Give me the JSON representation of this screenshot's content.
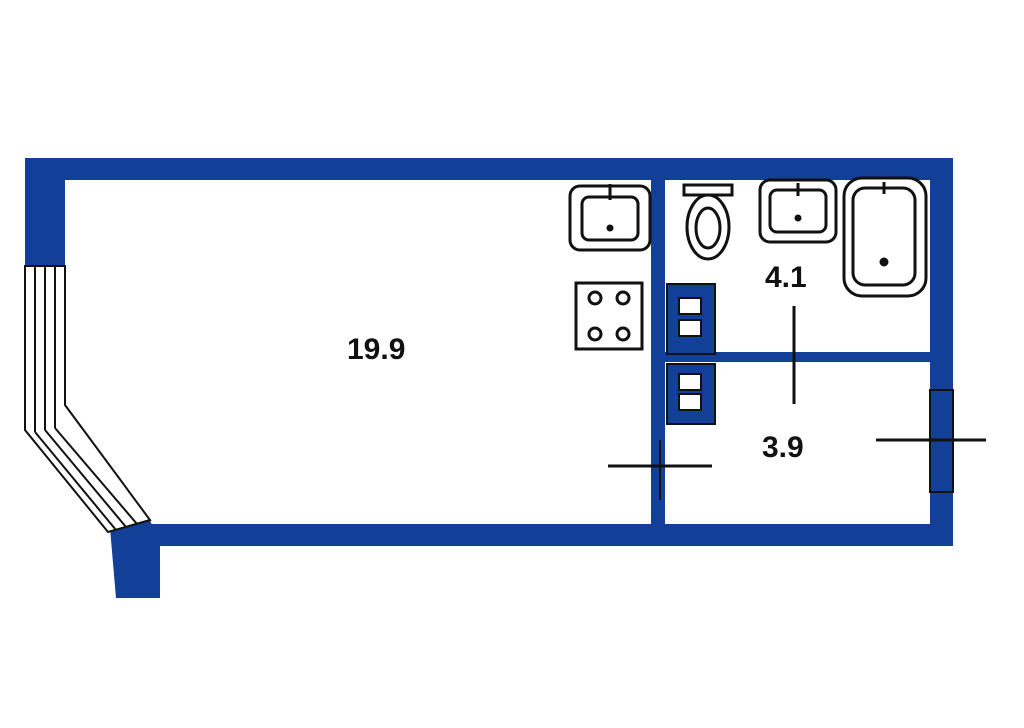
{
  "floor_plan": {
    "colors": {
      "wall": "#123f97",
      "line": "#111111",
      "background": "#ffffff"
    },
    "rooms": [
      {
        "id": "main-room",
        "area_label": "19.9"
      },
      {
        "id": "bathroom",
        "area_label": "4.1"
      },
      {
        "id": "hallway",
        "area_label": "3.9"
      }
    ],
    "fixtures": [
      "kitchen-sink-icon",
      "stove-icon",
      "toilet-icon",
      "bathroom-sink-icon",
      "bathtub-icon",
      "wardrobe-icon",
      "window-icon",
      "door-icon"
    ]
  }
}
